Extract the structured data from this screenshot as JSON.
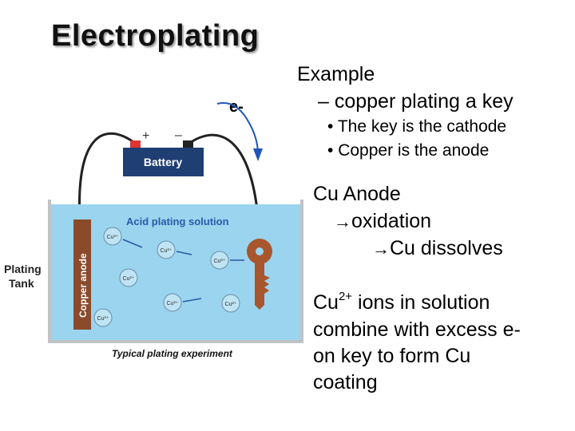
{
  "slide": {
    "title": "Electroplating",
    "example_heading": "Example",
    "example_line": "– copper plating a key",
    "bullet_1": "The key is the cathode",
    "bullet_2": "Copper is the anode",
    "anode_heading": "Cu Anode",
    "arrow_symbol": "→",
    "oxidation": "oxidation",
    "cu_dissolves": "Cu dissolves",
    "ions_prefix": "Cu",
    "ions_superscript": "2+",
    "ions_line_1_rest": " ions in solution",
    "ions_line_2": "combine with excess e-",
    "ions_line_3": "on key to form Cu",
    "ions_line_4": "coating"
  },
  "diagram": {
    "electron_label": "e-",
    "battery_label": "Battery",
    "plus_sign": "+",
    "minus_sign": "–",
    "solution_label": "Acid plating solution",
    "anode_label": "Copper anode",
    "tank_label_1": "Plating",
    "tank_label_2": "Tank",
    "caption": "Typical plating experiment",
    "ion_label": "Cu²⁺",
    "colors": {
      "solution": "#9ad4ee",
      "tank_edge": "#bfc3c6",
      "battery": "#1f3f73",
      "copper": "#8b4a2b",
      "key": "#a8562e",
      "arrow": "#1f55b8",
      "label_blue": "#2a5aa8"
    }
  }
}
